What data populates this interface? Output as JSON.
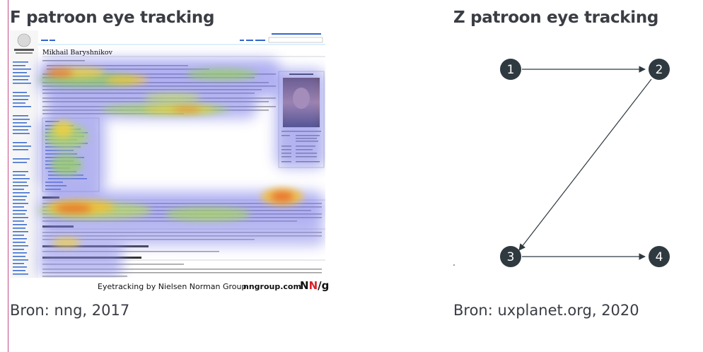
{
  "left": {
    "title": "F patroon eye tracking",
    "caption": "Bron: nng, 2017",
    "credit": {
      "text": "Eyetracking by Nielsen Norman Group",
      "site": "nngroup.com",
      "logo_n1": "N",
      "logo_n2": "N",
      "logo_g": "/g"
    },
    "article": {
      "heading": "Mikhail Baryshnikov"
    }
  },
  "right": {
    "title": "Z patroon eye tracking",
    "caption": "Bron: uxplanet.org, 2020",
    "nodes": [
      "1",
      "2",
      "3",
      "4"
    ]
  },
  "colors": {
    "text": "#3a3d44",
    "node": "#2f3a40",
    "accent_line": "#c44a86"
  }
}
